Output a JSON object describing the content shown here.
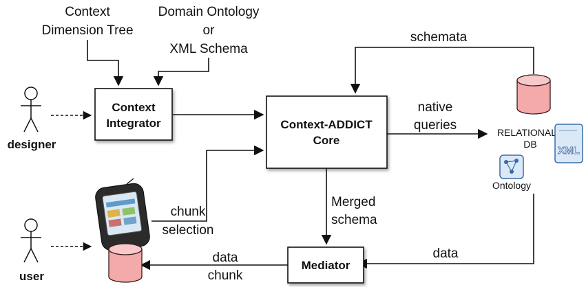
{
  "inputs": {
    "context_dimension_tree": [
      "Context",
      "Dimension Tree"
    ],
    "domain_ontology": [
      "Domain Ontology",
      "or",
      "XML Schema"
    ]
  },
  "actors": {
    "designer": "designer",
    "user": "user"
  },
  "boxes": {
    "context_integrator": [
      "Context",
      "Integrator"
    ],
    "core": [
      "Context-ADDICT",
      "Core"
    ],
    "mediator": "Mediator"
  },
  "edges": {
    "schemata": "schemata",
    "native_queries": [
      "native",
      "queries"
    ],
    "merged_schema": [
      "Merged",
      "schema"
    ],
    "chunk_selection": [
      "chunk",
      "selection"
    ],
    "data_right": "data",
    "data_chunk": [
      "data",
      "chunk"
    ]
  },
  "sources": {
    "relational_db": [
      "RELATIONAL",
      "DB"
    ],
    "xml": "XML",
    "ontology": "Ontology"
  },
  "colors": {
    "db_fill": "#f4a9ab",
    "db_top": "#f8c9ca",
    "db_stroke": "#3a1a1a",
    "icon_fill": "#dbe8f6",
    "icon_stroke": "#3b6aa8"
  }
}
